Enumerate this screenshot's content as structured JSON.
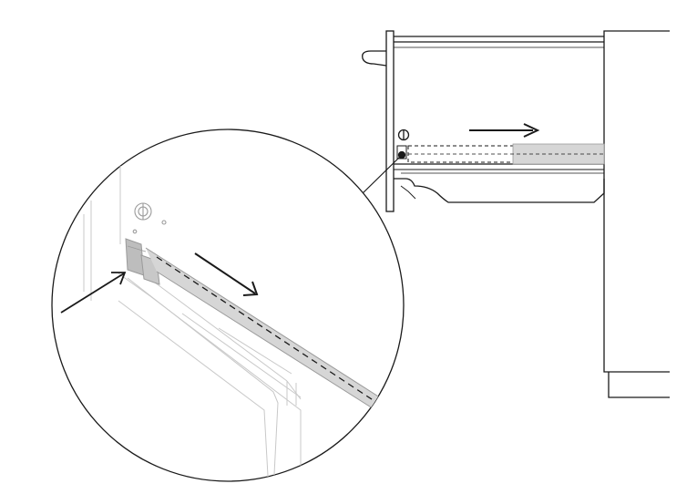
{
  "diagram": {
    "description_text": "",
    "colors": {
      "line": "#1a1a1a",
      "light_line": "#9a9a9a",
      "faint_line": "#c8c8c8",
      "rail_fill": "#d6d6d6",
      "bracket_fill": "#bdbdbd",
      "background": "#ffffff"
    },
    "elements": {
      "cabinet": "cabinet-side-panel",
      "drawer": "drawer-box",
      "rail": "slide-rail-dashed",
      "pull_arrow": "pull-direction-arrow",
      "detail_circle": "magnified-detail-view",
      "pointer_arrow": "release-lever-pointer-arrow"
    }
  }
}
